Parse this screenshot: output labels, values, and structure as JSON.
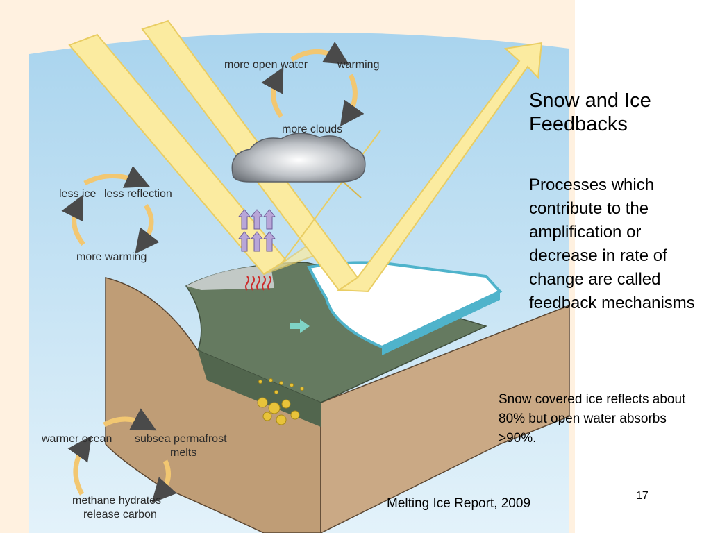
{
  "slide": {
    "title": "Snow and Ice Feedbacks",
    "subtitle": "Processes which contribute to the amplification or decrease in rate of change are called feedback mechanisms",
    "note": "Snow covered ice reflects about 80% but open water absorbs >90%.",
    "source": "Melting Ice Report, 2009",
    "slide_number": "17"
  },
  "diagram": {
    "loop_top": {
      "a": "more open water",
      "b": "warming",
      "c": "more clouds"
    },
    "loop_mid": {
      "a": "less ice",
      "b": "less reflection",
      "c": "more warming"
    },
    "loop_bottom": {
      "a": "warmer ocean",
      "b1": "subsea permafrost",
      "b2": "melts",
      "c1": "methane hydrates",
      "c2": "release carbon"
    },
    "colors": {
      "sky": "#b7dcf1",
      "sunbeam": "#fbeba0",
      "cycle_arrow": "#f2c771",
      "ocean": "#657a60",
      "ground": "#bf9d76",
      "ice": "#ffffff",
      "ice_edge": "#4fb3cb"
    }
  }
}
